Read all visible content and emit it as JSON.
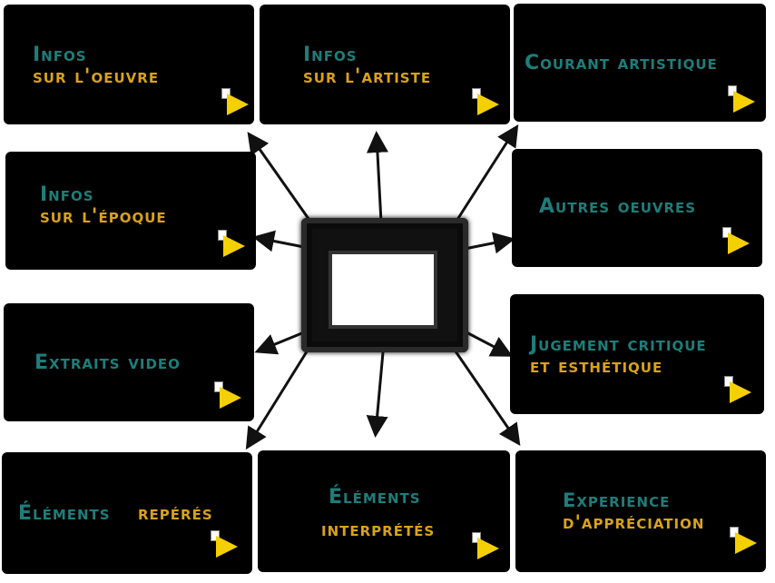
{
  "tiles": {
    "oeuvre": {
      "line1": "Infos",
      "line2": "sur l'oeuvre"
    },
    "artiste": {
      "line1": "Infos",
      "line2": "sur l'artiste"
    },
    "courant": {
      "line1": "Courant artistique"
    },
    "epoque": {
      "line1": "Infos",
      "line2": "sur l'époque"
    },
    "autres": {
      "line1": "Autres oeuvres"
    },
    "video": {
      "line1": "Extraits video"
    },
    "jugement": {
      "line1": "Jugement critique",
      "line2": "et esthétique"
    },
    "reperes": {
      "line1": "Éléments",
      "line2": "repérés"
    },
    "interpretes": {
      "line1": "Éléments",
      "line2": "interprétés"
    },
    "experience": {
      "line1": "Experience",
      "line2": "d'appréciation"
    }
  },
  "colors": {
    "tile_bg": "#000000",
    "teal": "#1e7d7a",
    "gold": "#d9a21b",
    "play": "#f5d000"
  },
  "icons": {
    "play": "play-icon",
    "doc": "document-icon"
  }
}
